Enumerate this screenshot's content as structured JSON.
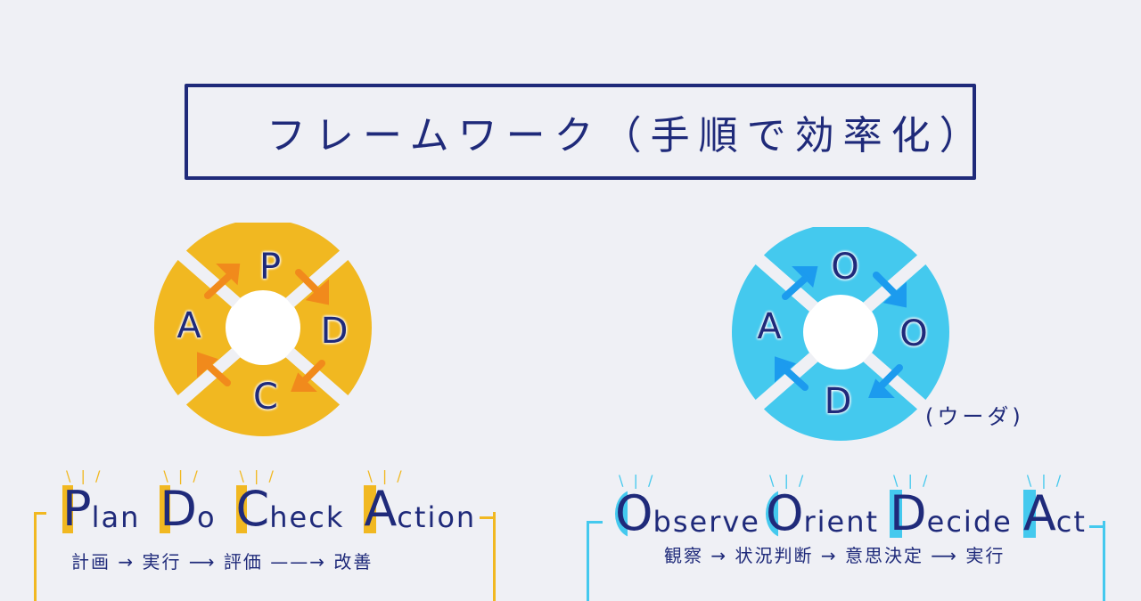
{
  "title": "フレームワーク（手順で効率化）",
  "colors": {
    "background": "#eff0f5",
    "ink": "#1f2a7a",
    "pdca_fill": "#f1b821",
    "pdca_arrow": "#f18a1c",
    "ooda_fill": "#44c9ee",
    "ooda_arrow": "#1c9bee"
  },
  "pdca": {
    "letters": {
      "top": "P",
      "right": "D",
      "bottom": "C",
      "left": "A"
    },
    "words": [
      {
        "cap": "P",
        "rest": "lan"
      },
      {
        "cap": "D",
        "rest": "o"
      },
      {
        "cap": "C",
        "rest": "heck"
      },
      {
        "cap": "A",
        "rest": "ction"
      }
    ],
    "japanese": "計画 → 実行 ⟶ 評価 ——→ 改善"
  },
  "ooda": {
    "letters": {
      "top": "O",
      "right": "O",
      "bottom": "D",
      "left": "A"
    },
    "reading": "(ウーダ)",
    "words": [
      {
        "cap": "O",
        "rest": "bserve"
      },
      {
        "cap": "O",
        "rest": "rient"
      },
      {
        "cap": "D",
        "rest": "ecide"
      },
      {
        "cap": "A",
        "rest": "ct"
      }
    ],
    "japanese": "観察 → 状況判断 → 意思決定 ⟶ 実行"
  },
  "sparks": "\\ | /"
}
